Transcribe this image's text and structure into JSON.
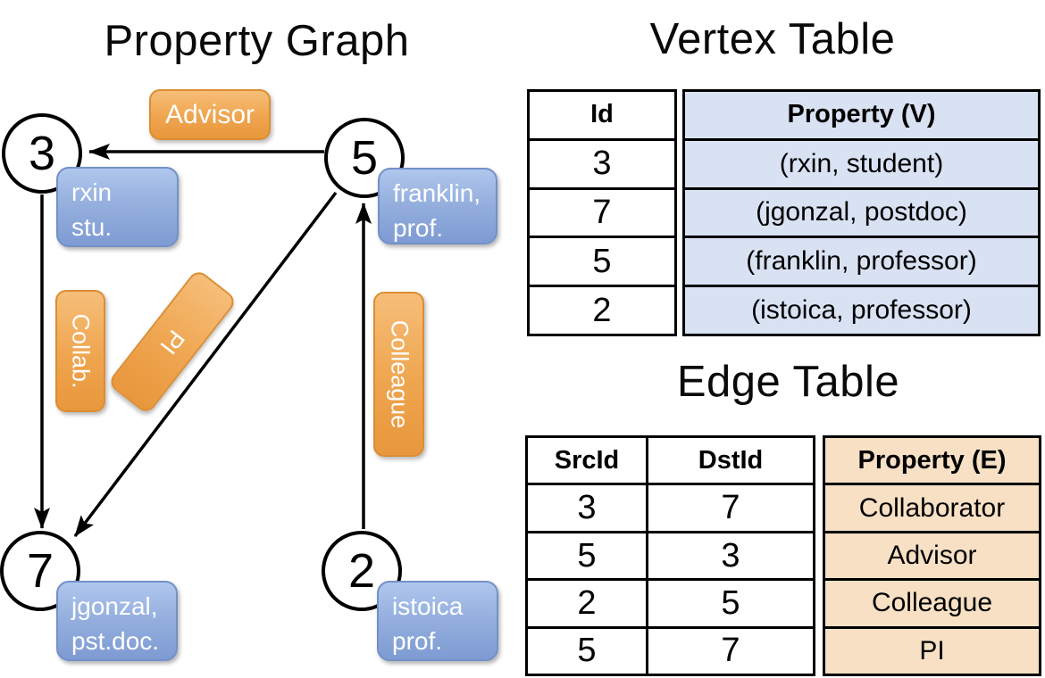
{
  "graph": {
    "title": "Property Graph",
    "vertices": [
      {
        "id": "3",
        "line1": "rxin",
        "line2": "stu."
      },
      {
        "id": "5",
        "line1": "franklin,",
        "line2": "prof."
      },
      {
        "id": "7",
        "line1": "jgonzal,",
        "line2": "pst.doc."
      },
      {
        "id": "2",
        "line1": "istoica",
        "line2": "prof."
      }
    ],
    "edge_labels": {
      "advisor": "Advisor",
      "collab": "Collab.",
      "pi": "PI",
      "colleague": "Colleague"
    }
  },
  "vertex_table": {
    "title": "Vertex Table",
    "columns": {
      "id": "Id",
      "property": "Property (V)"
    },
    "rows": [
      {
        "id": "3",
        "property": "(rxin, student)"
      },
      {
        "id": "7",
        "property": "(jgonzal, postdoc)"
      },
      {
        "id": "5",
        "property": "(franklin, professor)"
      },
      {
        "id": "2",
        "property": "(istoica, professor)"
      }
    ]
  },
  "edge_table": {
    "title": "Edge Table",
    "columns": {
      "src": "SrcId",
      "dst": "DstId",
      "property": "Property (E)"
    },
    "rows": [
      {
        "src": "3",
        "dst": "7",
        "property": "Collaborator"
      },
      {
        "src": "5",
        "dst": "3",
        "property": "Advisor"
      },
      {
        "src": "2",
        "dst": "5",
        "property": "Colleague"
      },
      {
        "src": "5",
        "dst": "7",
        "property": "PI"
      }
    ]
  },
  "colors": {
    "edge_label_fill": "#EFA54F",
    "edge_label_border": "#DC8D33",
    "vertex_label_fill": "#93AEDD",
    "vertex_label_border": "#7390C8",
    "vertex_property_bg": "#D9E2F3",
    "edge_property_bg": "#F7E0C4",
    "line": "#000000"
  }
}
